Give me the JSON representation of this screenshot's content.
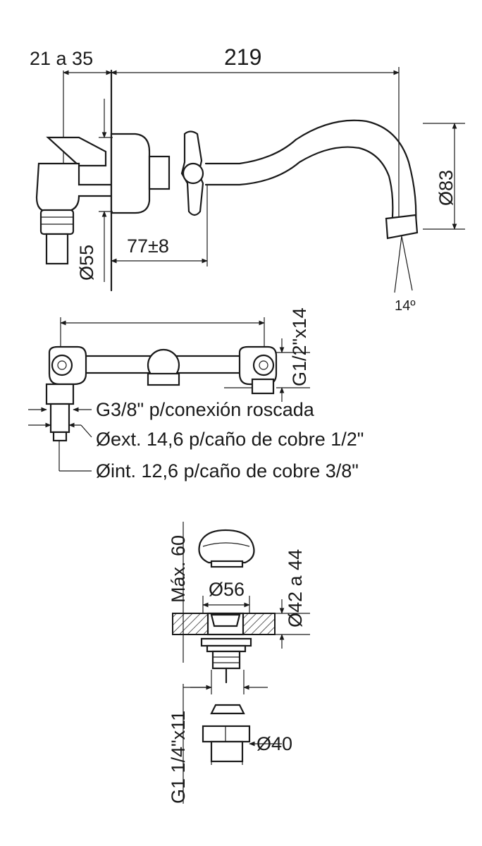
{
  "top_view": {
    "dim_wall_range": "21 a 35",
    "dim_length": "219",
    "dim_height_diameter": "Ø83",
    "dim_body_diameter": "Ø55",
    "dim_handle_offset": "77±8",
    "dim_angle": "14º"
  },
  "middle_view": {
    "dim_thread_side": "G1/2\"x14",
    "note_thread": "G3/8\" p/conexión roscada",
    "note_ext": "Øext. 14,6 p/caño de cobre 1/2\"",
    "note_int": "Øint. 12,6 p/caño de cobre 3/8\""
  },
  "bottom_view": {
    "dim_max": "Máx. 60",
    "dim_diameter_56": "Ø56",
    "dim_diameter_range": "Ø42 a 44",
    "dim_thread": "G1 1/4\"x11",
    "dim_diameter_40": "Ø40"
  }
}
